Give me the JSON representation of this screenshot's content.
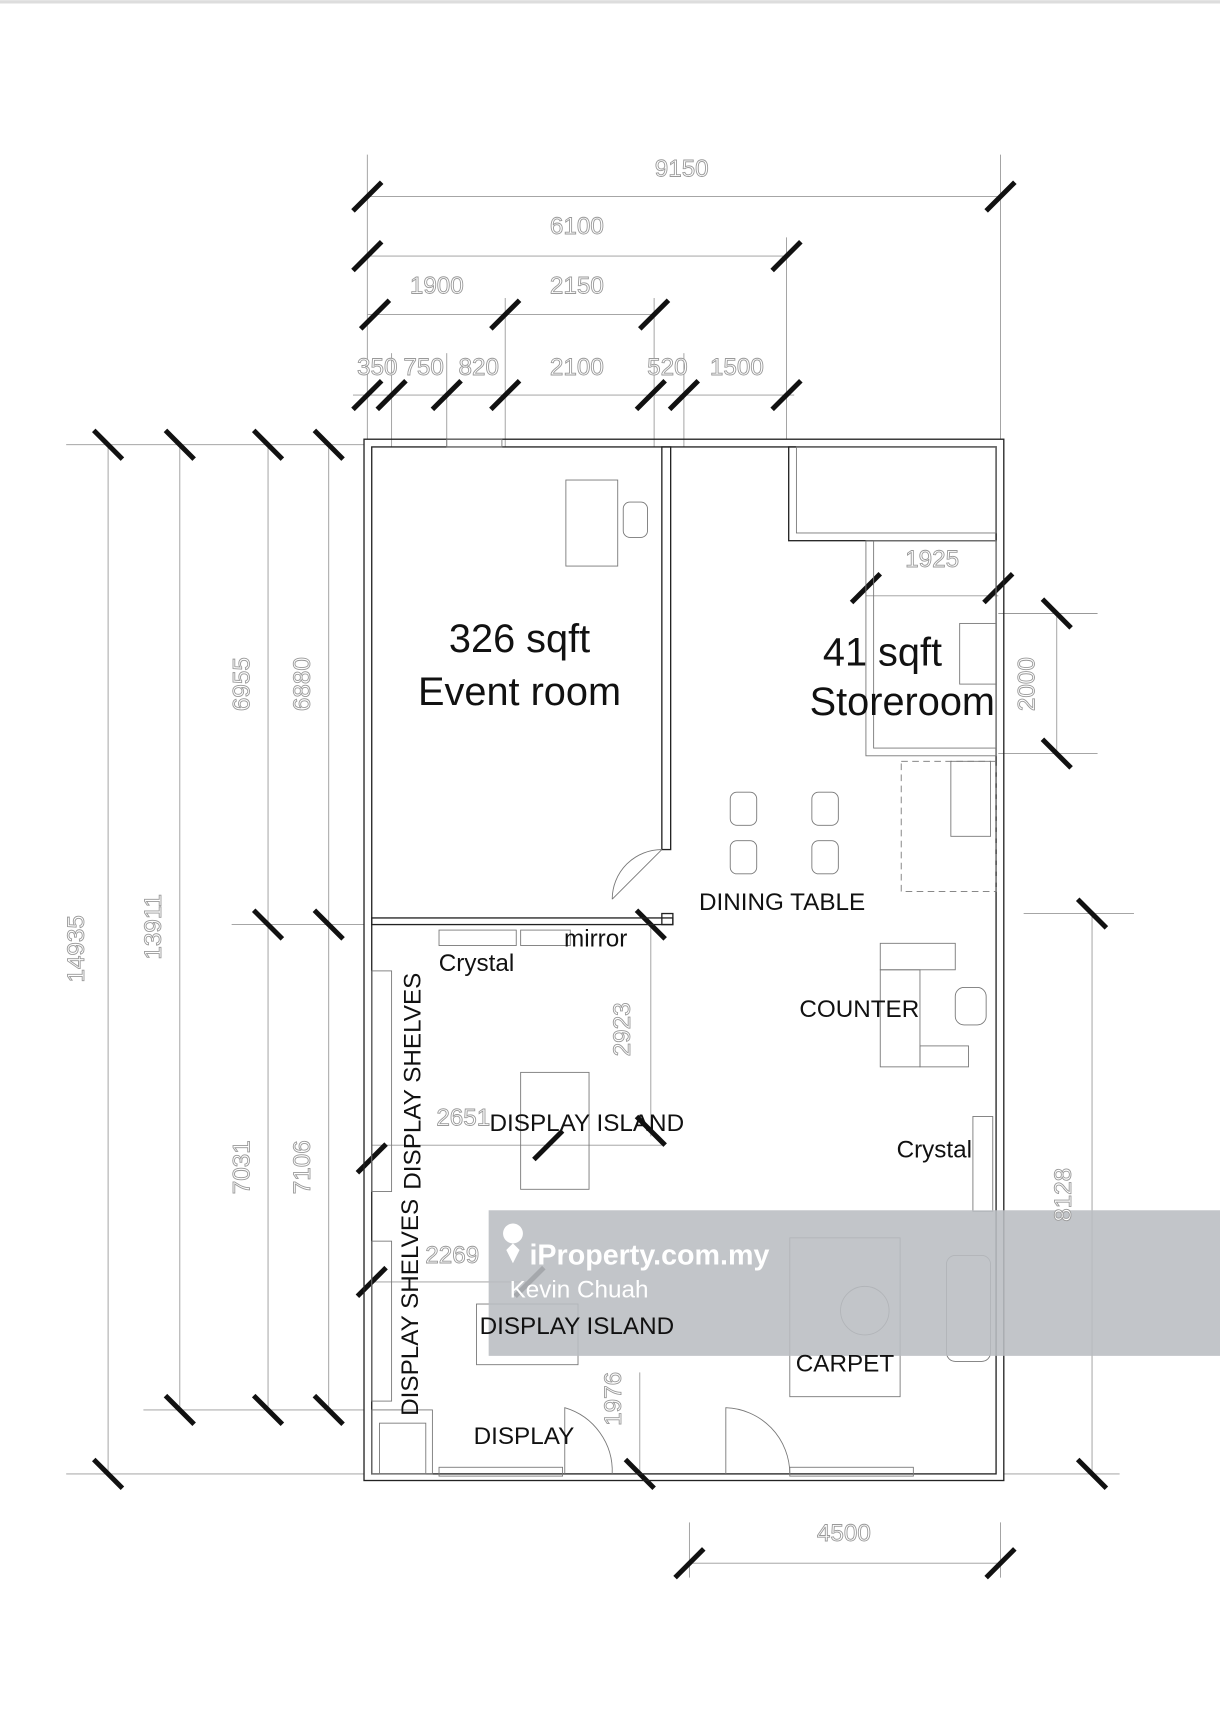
{
  "dimensions": {
    "top": [
      "9150",
      "6100",
      "1900",
      "2150",
      "350",
      "750",
      "820",
      "2100",
      "520",
      "1500"
    ],
    "left": [
      "14935",
      "13911",
      "6955",
      "6880",
      "7031",
      "7106"
    ],
    "right": [
      "1925",
      "2000",
      "8128"
    ],
    "bottom": [
      "4500"
    ],
    "interior": [
      "2923",
      "2651",
      "2269",
      "1976"
    ]
  },
  "rooms": {
    "event_area": "326 sqft",
    "event_name": "Event room",
    "store_area": "41 sqft",
    "store_name": "Storeroom"
  },
  "labels": {
    "dining_table": "DINING TABLE",
    "mirror": "mirror",
    "crystal_1": "Crystal",
    "counter": "COUNTER",
    "display_island_1": "DISPLAY ISLAND",
    "crystal_2": "Crystal",
    "display_island_2": "DISPLAY ISLAND",
    "carpet": "CARPET",
    "display": "DISPLAY",
    "display_shelves_1": "DISPLAY SHELVES",
    "display_shelves_2": "DISPLAY SHELVES"
  },
  "watermark": {
    "brand": "iProperty.com.my",
    "agent": "Kevin Chuah"
  }
}
